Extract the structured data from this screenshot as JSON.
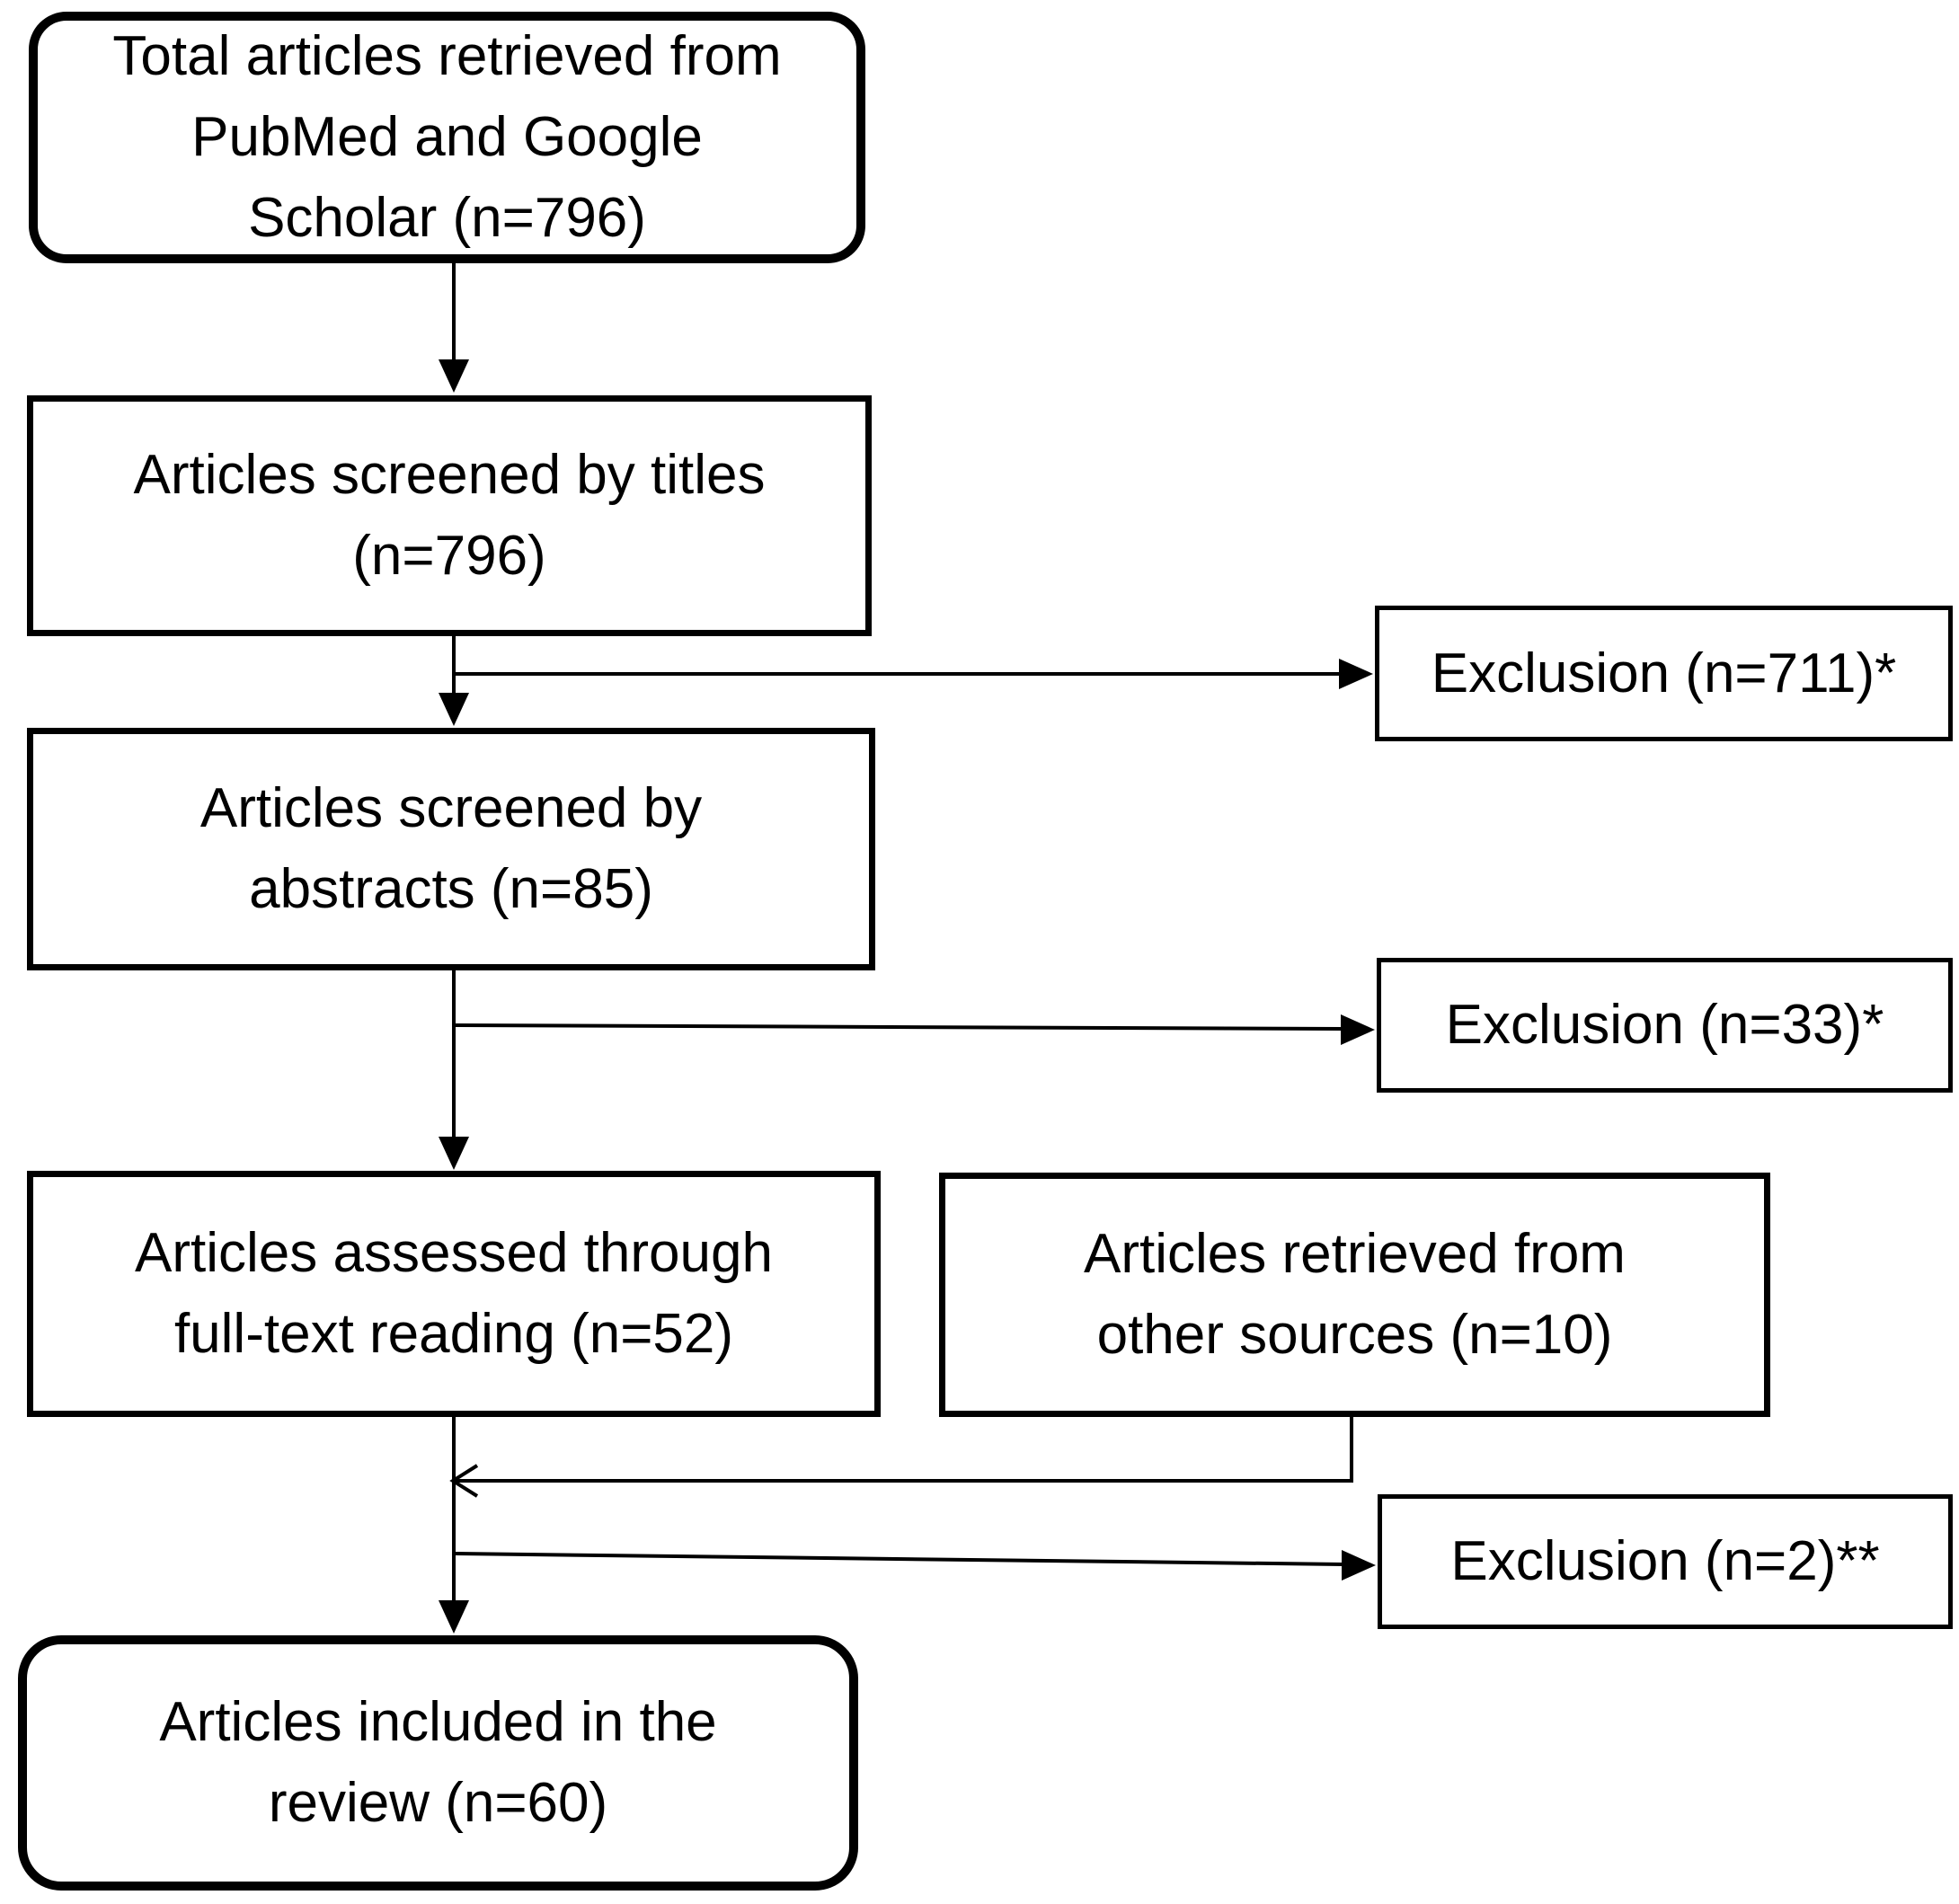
{
  "diagram": {
    "title": "Article selection flow diagram",
    "background_color": "#ffffff",
    "line_color": "#000000",
    "text_color": "#000000",
    "nodes": {
      "total_retrieved": {
        "text": "Total articles retrieved from\nPubMed and Google\nScholar (n=796)",
        "shape": "rounded-rectangle",
        "count": 796
      },
      "screened_titles": {
        "text": "Articles screened by titles\n(n=796)",
        "shape": "rectangle",
        "count": 796
      },
      "exclusion_titles": {
        "text": "Exclusion (n=711)*",
        "shape": "rectangle",
        "count": 711
      },
      "screened_abstracts": {
        "text": "Articles screened by\nabstracts (n=85)",
        "shape": "rectangle",
        "count": 85
      },
      "exclusion_abstracts": {
        "text": "Exclusion (n=33)*",
        "shape": "rectangle",
        "count": 33
      },
      "fulltext_assessed": {
        "text": "Articles assessed through\nfull-text reading (n=52)",
        "shape": "rectangle",
        "count": 52
      },
      "other_sources": {
        "text": "Articles retrieved from\nother sources (n=10)",
        "shape": "rectangle",
        "count": 10
      },
      "exclusion_fulltext": {
        "text": "Exclusion (n=2)**",
        "shape": "rectangle",
        "count": 2
      },
      "included_review": {
        "text": "Articles included in the\nreview (n=60)",
        "shape": "rounded-rectangle",
        "count": 60
      }
    },
    "edges": [
      {
        "from": "total_retrieved",
        "to": "screened_titles",
        "style": "filled-arrow"
      },
      {
        "from": "screened_titles",
        "to": "exclusion_titles",
        "style": "filled-arrow"
      },
      {
        "from": "screened_titles",
        "to": "screened_abstracts",
        "style": "filled-arrow"
      },
      {
        "from": "screened_abstracts",
        "to": "exclusion_abstracts",
        "style": "filled-arrow"
      },
      {
        "from": "screened_abstracts",
        "to": "fulltext_assessed",
        "style": "filled-arrow"
      },
      {
        "from": "other_sources",
        "to": "fulltext_assessed",
        "style": "open-arrow"
      },
      {
        "from": "fulltext_assessed",
        "to": "exclusion_fulltext",
        "style": "filled-arrow"
      },
      {
        "from": "fulltext_assessed",
        "to": "included_review",
        "style": "filled-arrow"
      }
    ]
  }
}
